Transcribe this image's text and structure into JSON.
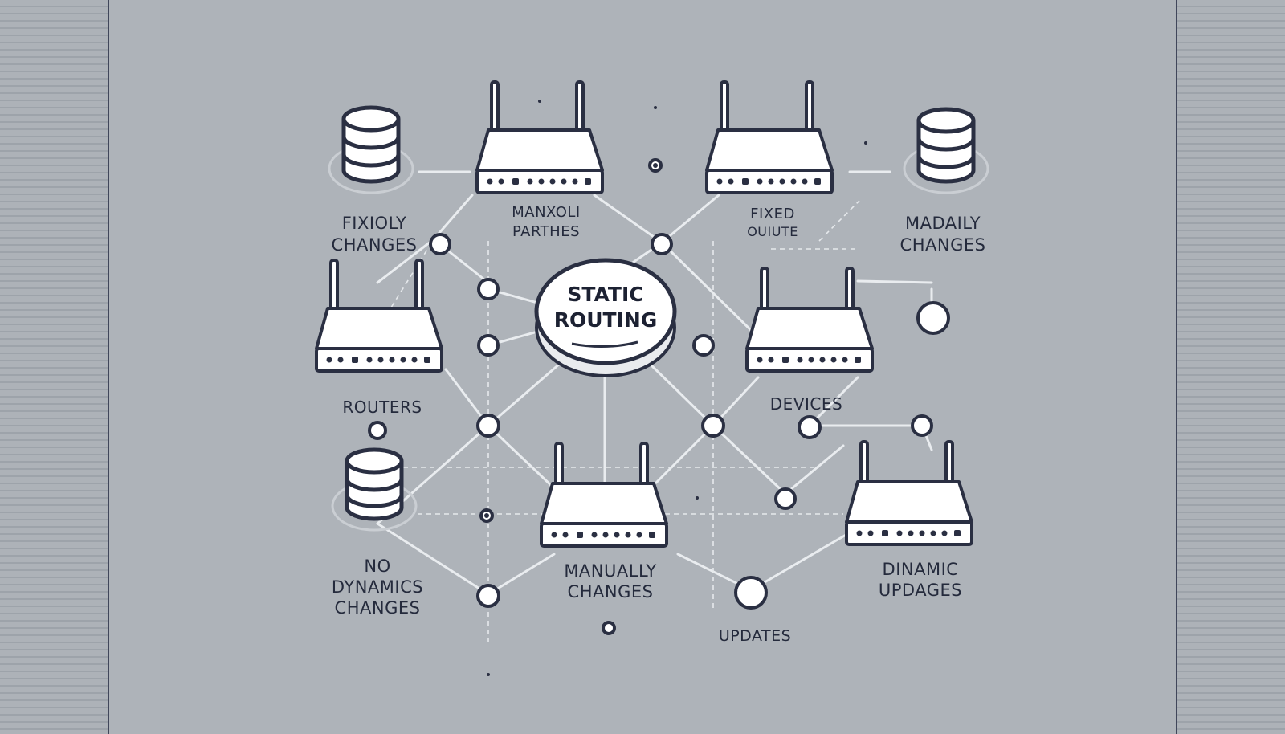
{
  "diagram": {
    "center": {
      "line1": "STATIC",
      "line2": "ROUTING"
    },
    "labels": {
      "fixidly_changes": [
        "FIXIOLY",
        "CHANGES"
      ],
      "manxoli_parthes": [
        "MANXOLI",
        "PARTHES"
      ],
      "fixed_ouiute": [
        "FIXED",
        "OUIUTE"
      ],
      "madaily_changes": [
        "MADAILY",
        "CHANGES"
      ],
      "routers": [
        "ROUTERS"
      ],
      "devices": [
        "DEVICES"
      ],
      "no_dynamics_changes": [
        "NO",
        "DYNAMICS",
        "CHANGES"
      ],
      "manually_changes": [
        "MANUALLY",
        "CHANGES"
      ],
      "dinamic_updages": [
        "DINAMIC",
        "UPDAGES"
      ],
      "updates": [
        "UPDATES"
      ]
    },
    "colors": {
      "background": "#aeb3b9",
      "outline": "#2a2f42",
      "device_fill": "#ffffff",
      "line": "#e9ecef"
    }
  }
}
